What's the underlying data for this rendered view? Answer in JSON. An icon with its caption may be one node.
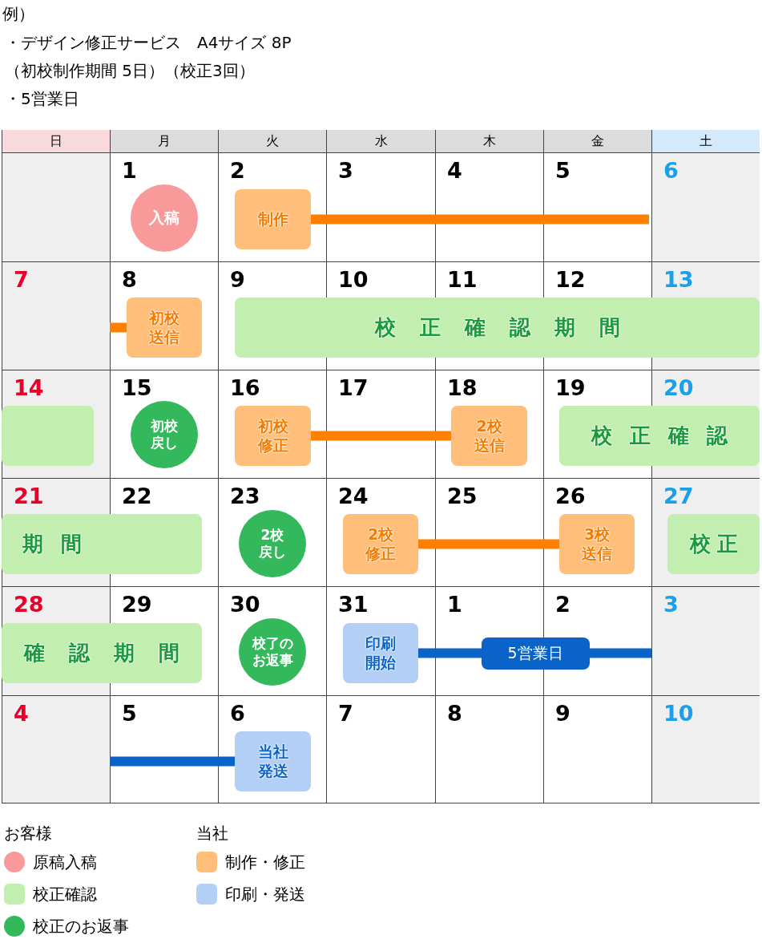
{
  "diagram": {
    "title": "例）",
    "nodes": [
      {
        "text": [
          "入稿"
        ]
      },
      {
        "text": [
          "制作"
        ]
      },
      {
        "text": [
          "初校送信"
        ]
      },
      {
        "text": [
          "校正確認期間"
        ]
      },
      {
        "text": [],
        "shape": "bar"
      },
      {
        "text": [
          "初校戻し"
        ]
      },
      {
        "text": [
          "初校修正"
        ]
      },
      {
        "text": [
          "2校送信"
        ]
      },
      {
        "text": [
          "校正確認"
        ]
      },
      {
        "text": [
          "期間"
        ]
      },
      {
        "text": [
          "2校戻し"
        ]
      },
      {
        "text": [
          "2校修正"
        ]
      },
      {
        "text": [
          "3校送信"
        ]
      },
      {
        "text": [
          "校正"
        ]
      },
      {
        "text": [
          "確認期間"
        ]
      },
      {
        "text": [
          "校了のお返事"
        ]
      },
      {
        "text": [
          "印刷開始"
        ]
      },
      {
        "text": [
          "当社発送"
        ]
      }
    ],
    "edges": [
      {
        "from": 1,
        "to": null,
        "arrow": "none"
      },
      {
        "from": null,
        "to": 2,
        "arrow": "none"
      },
      {
        "from": 6,
        "to": 7,
        "arrow": "none"
      },
      {
        "from": 11,
        "to": 12,
        "arrow": "none"
      },
      {
        "from": 16,
        "to": null,
        "arrow": "none",
        "label": "5営業日",
        "color": "#0a63c9"
      },
      {
        "from": null,
        "to": 17,
        "arrow": "none",
        "color": "#0a63c9"
      }
    ],
    "labels": [
      "・デザイン修正サービス　A4サイズ 8P",
      "（初校制作期間 5日）（校正3回）",
      "・5営業日",
      "日",
      "月",
      "火",
      "水",
      "木",
      "金",
      "土",
      "1",
      "2",
      "3",
      "4",
      "5",
      "6",
      "7",
      "8",
      "9",
      "10",
      "11",
      "12",
      "13",
      "14",
      "15",
      "16",
      "17",
      "18",
      "19",
      "20",
      "21",
      "22",
      "23",
      "24",
      "25",
      "26",
      "27",
      "28",
      "29",
      "30",
      "31",
      "1",
      "2",
      "3",
      "4",
      "5",
      "6",
      "7",
      "8",
      "9",
      "10",
      "お客様",
      "当社"
    ],
    "legend": [
      {
        "text": "原稿入稿",
        "color": "#f99a9a"
      },
      {
        "text": "校正確認",
        "color": "#c2eeb0"
      },
      {
        "text": "校正のお返事",
        "color": "#33b85c"
      },
      {
        "text": "制作・修正",
        "color": "#ffbf7a"
      },
      {
        "text": "印刷・発送",
        "color": "#b3cff5"
      }
    ]
  }
}
